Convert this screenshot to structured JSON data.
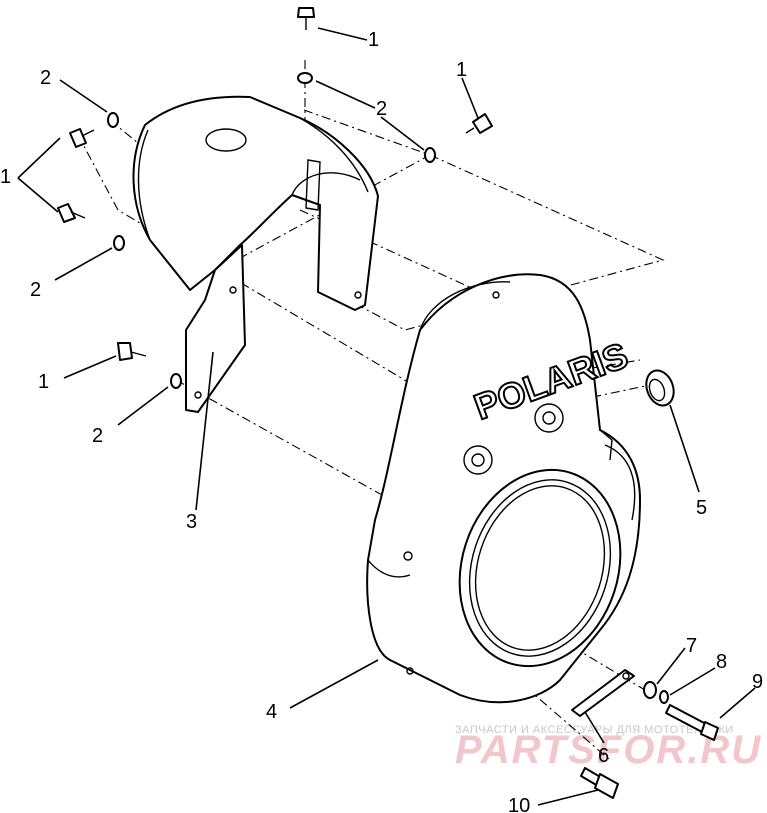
{
  "diagram": {
    "logo_text": "POLARIS",
    "callouts": [
      "1",
      "1",
      "1",
      "1",
      "1",
      "2",
      "2",
      "2",
      "2",
      "2",
      "3",
      "4",
      "5",
      "6",
      "7",
      "8",
      "9",
      "10"
    ]
  },
  "watermark": {
    "line1": "ЗАПЧАСТИ И АКСЕССУАРЫ ДЛЯ МОТОТЕХНИКИ",
    "line2": "PARTSFOR.RU"
  }
}
